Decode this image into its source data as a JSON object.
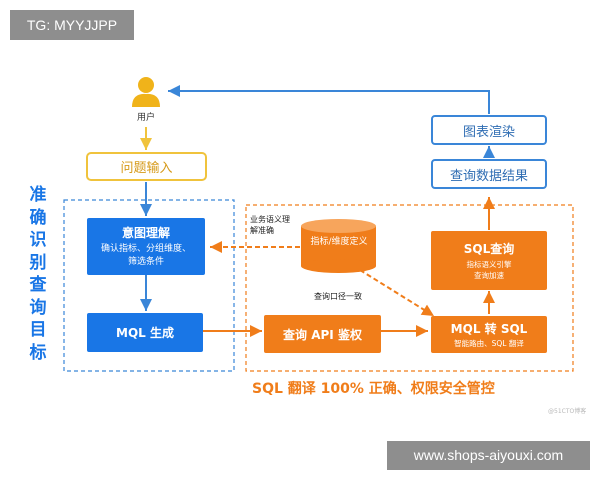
{
  "watermarks": {
    "top": "TG: MYYJJPP",
    "bottom": "www.shops-aiyouxi.com",
    "logo": "@51CTO博客"
  },
  "nodes": {
    "user": "用户",
    "question_input": "问题输入",
    "intent": {
      "title": "意图理解",
      "desc": "确认指标、分组维度、筛选条件"
    },
    "mql_gen": "MQL 生成",
    "metric_def": "指标/维度定义",
    "query_api": "查询 API 鉴权",
    "mql_to_sql": {
      "title": "MQL 转 SQL",
      "desc": "智能路由、SQL 翻译"
    },
    "sql_query": {
      "title": "SQL查询",
      "line1": "指标语义引擎",
      "line2": "查询加速"
    },
    "query_result": "查询数据结果",
    "chart_render": "图表渲染"
  },
  "labels": {
    "business_semantics": "业务语义理解准确",
    "query_consistency": "查询口径一致",
    "left_title": "准确识别查询目标",
    "right_caption": "SQL 翻译 100% 正确、权限安全管控"
  },
  "colors": {
    "blue": "#1976e6",
    "orange": "#f07d1a",
    "yellow": "#f0c33c",
    "outline_blue": "#3a86d8"
  }
}
